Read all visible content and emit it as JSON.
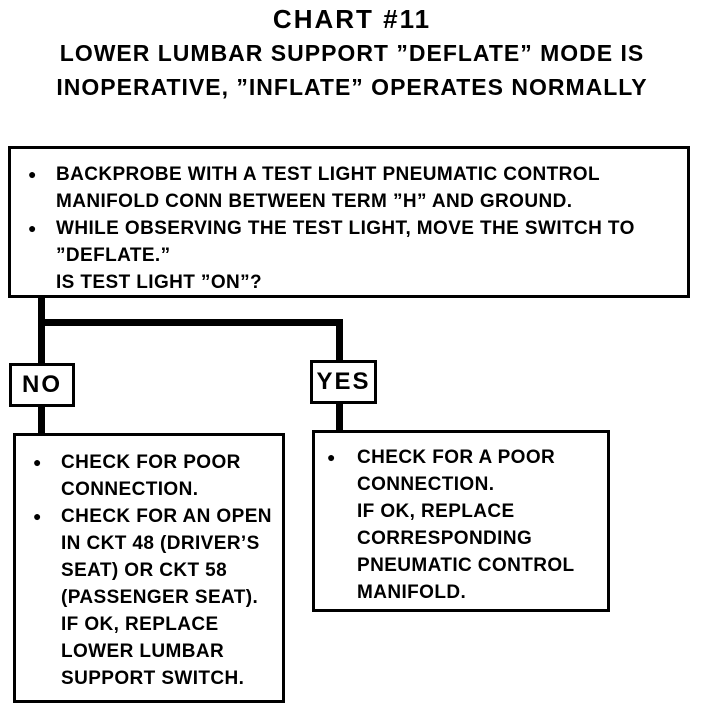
{
  "glyphs": {
    "bullet": "●"
  },
  "title": {
    "line1": "CHART #11",
    "line2": "LOWER LUMBAR SUPPORT ”DEFLATE” MODE IS",
    "line3": "INOPERATIVE, ”INFLATE” OPERATES NORMALLY"
  },
  "question_box": {
    "items": [
      {
        "bullet": true,
        "lines": [
          "BACKPROBE WITH A TEST LIGHT PNEUMATIC CONTROL",
          "MANIFOLD CONN BETWEEN TERM ”H” AND GROUND."
        ]
      },
      {
        "bullet": true,
        "lines": [
          "WHILE OBSERVING THE TEST LIGHT, MOVE THE SWITCH TO",
          "”DEFLATE.”",
          "IS TEST LIGHT ”ON”?"
        ]
      }
    ]
  },
  "branch_labels": {
    "no": "NO",
    "yes": "YES"
  },
  "no_action_box": {
    "items": [
      {
        "bullet": true,
        "lines": [
          "CHECK FOR POOR",
          "CONNECTION."
        ]
      },
      {
        "bullet": true,
        "lines": [
          "CHECK FOR AN OPEN",
          "IN CKT 48 (DRIVER’S",
          "SEAT) OR CKT 58",
          "(PASSENGER SEAT).",
          "IF OK, REPLACE",
          "LOWER LUMBAR",
          "SUPPORT SWITCH."
        ]
      }
    ]
  },
  "yes_action_box": {
    "items": [
      {
        "bullet": true,
        "lines": [
          "CHECK FOR A POOR",
          "CONNECTION.",
          "IF OK, REPLACE",
          "CORRESPONDING",
          "PNEUMATIC CONTROL",
          "MANIFOLD."
        ]
      }
    ]
  }
}
